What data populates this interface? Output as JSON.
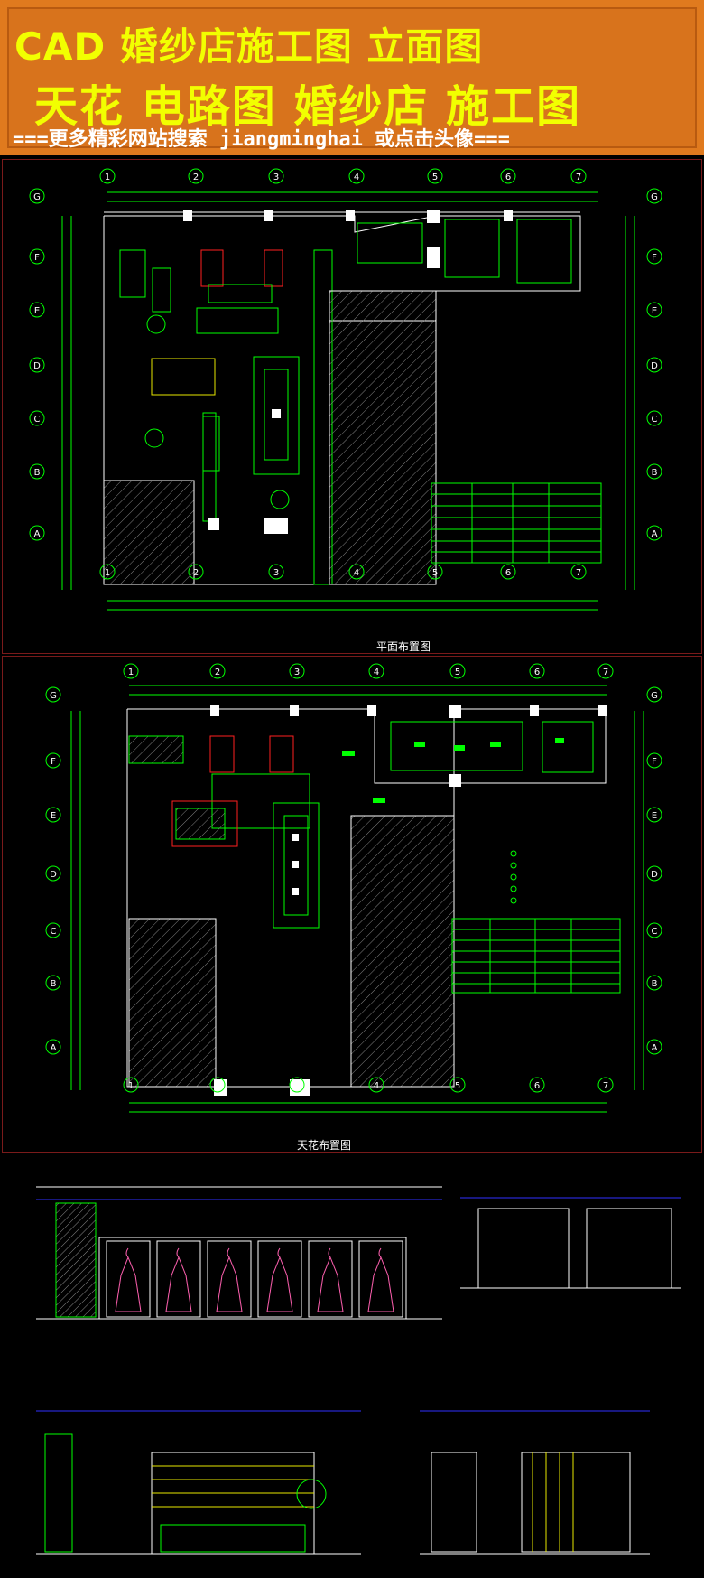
{
  "banner": {
    "title_line1": "CAD 婚纱店施工图 立面图",
    "title_line2": "天花 电路图 婚纱店 施工图",
    "tagline": "===更多精彩网站搜索 jiangminghai 或点击头像==="
  },
  "plan1": {
    "caption": "平面布置图",
    "column_labels": [
      "1",
      "2",
      "3",
      "4",
      "5",
      "6",
      "7"
    ],
    "row_labels": [
      "G",
      "F",
      "E",
      "D",
      "C",
      "B",
      "A"
    ]
  },
  "plan2": {
    "caption": "天花布置图",
    "column_labels": [
      "1",
      "2",
      "3",
      "4",
      "5",
      "6",
      "7"
    ],
    "row_labels": [
      "G",
      "F",
      "E",
      "D",
      "C",
      "B",
      "A"
    ]
  },
  "colors": {
    "background": "#000000",
    "banner_bg": "#d8731c",
    "title_text": "#f2ff00",
    "cad_green": "#00ff00",
    "cad_white": "#ffffff",
    "cad_red": "#ff2020",
    "cad_yellow": "#e8e800",
    "cad_magenta": "#ff60b0",
    "sheet_border": "#7a1a1a"
  }
}
